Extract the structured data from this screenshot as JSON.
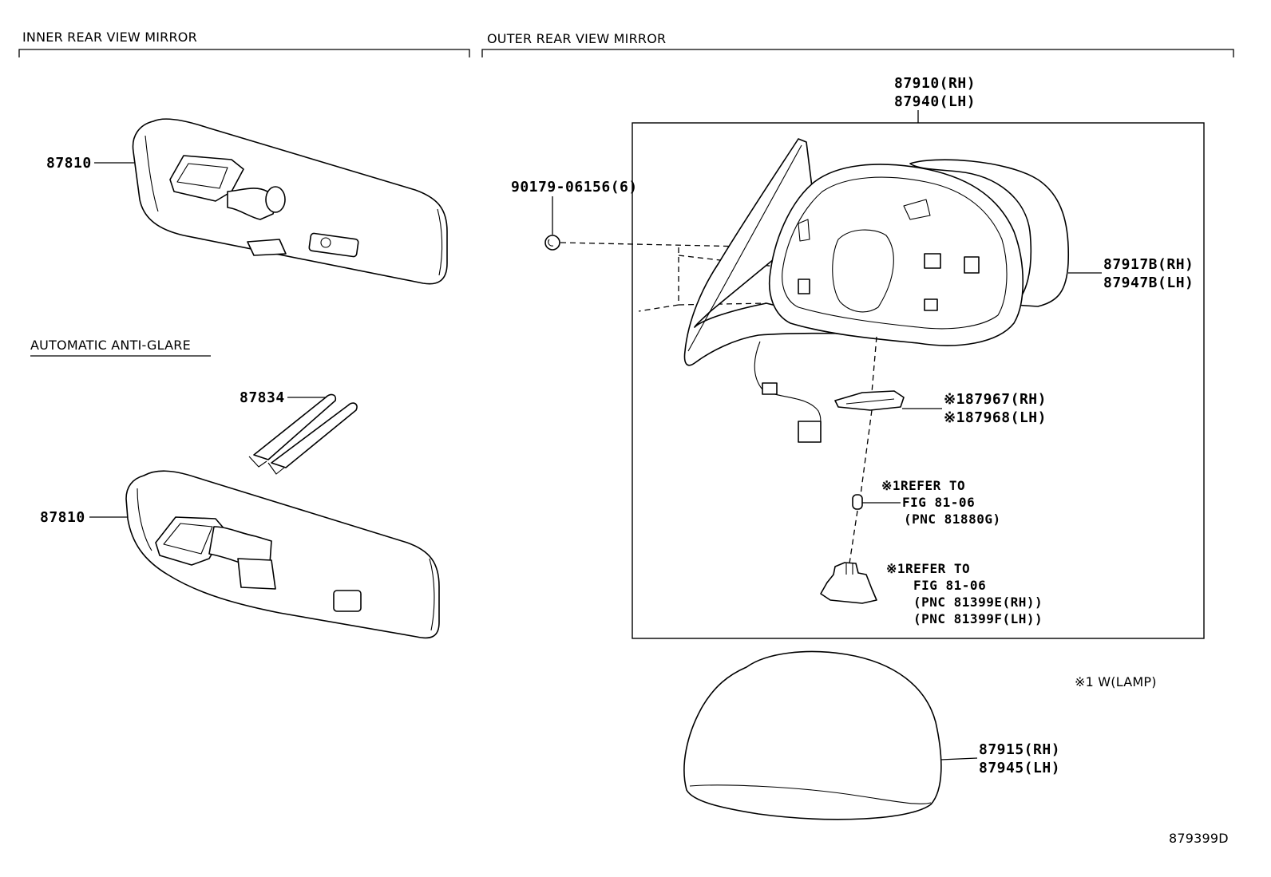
{
  "sections": {
    "inner": "INNER REAR VIEW MIRROR",
    "outer": "OUTER REAR VIEW MIRROR",
    "anti_glare": "AUTOMATIC ANTI-GLARE"
  },
  "parts": {
    "inner_mirror_top": "87810",
    "inner_mirror_bottom": "87810",
    "holder": "87834",
    "screw": "90179-06156(6)",
    "outer_assy_rh": "87910(RH)",
    "outer_assy_lh": "87940(LH)",
    "visor_rh": "87917B(RH)",
    "visor_lh": "87947B(LH)",
    "lamp_rh": "※187967(RH)",
    "lamp_lh": "※187968(LH)",
    "cover_rh": "87915(RH)",
    "cover_lh": "87945(LH)"
  },
  "refs": {
    "bulb": [
      "※1REFER TO",
      "FIG 81-06",
      "(PNC 81880G)"
    ],
    "socket": [
      "※1REFER TO",
      "FIG 81-06",
      "(PNC 81399E(RH))",
      "(PNC 81399F(LH))"
    ]
  },
  "legend": "※1 W(LAMP)",
  "figure_id": "879399D"
}
